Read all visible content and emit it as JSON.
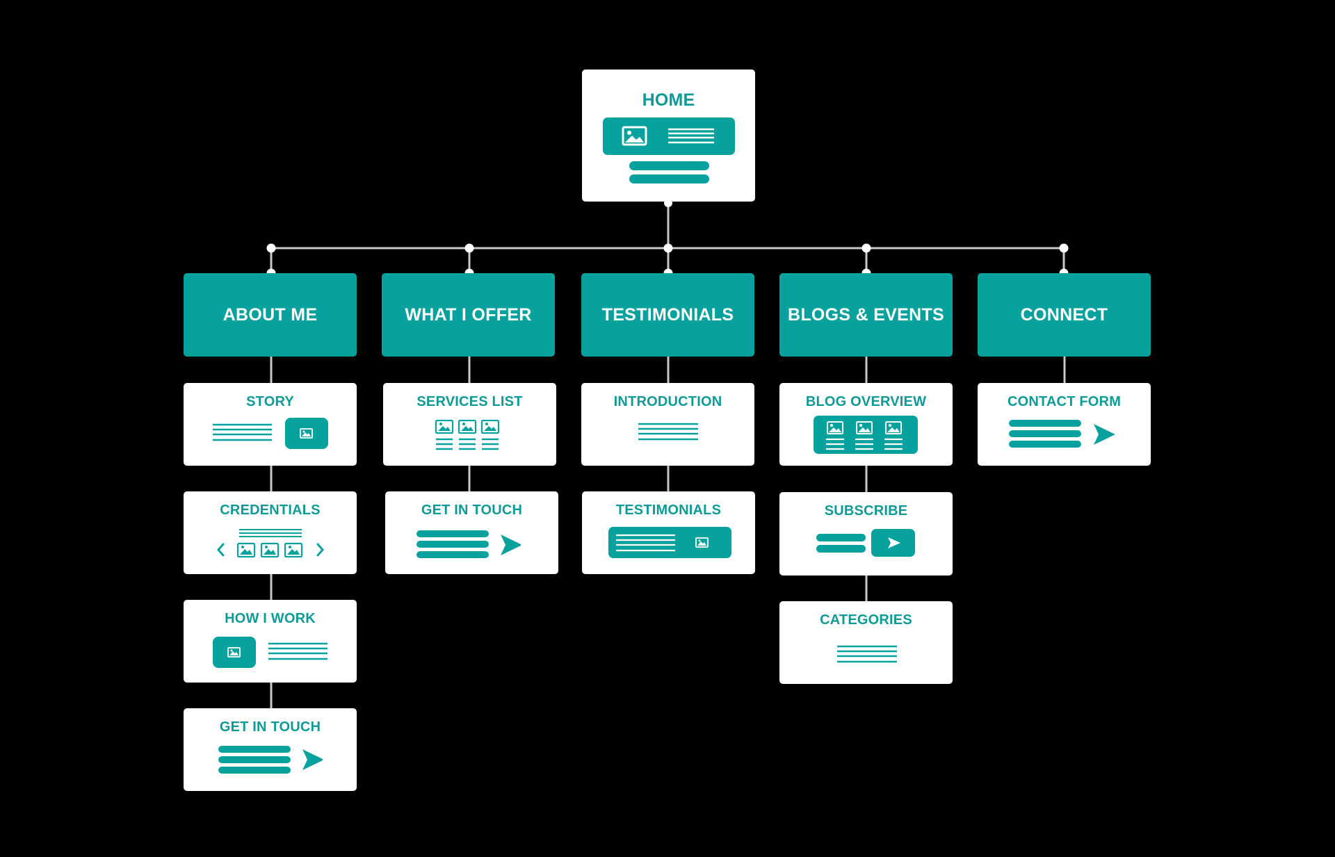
{
  "theme": {
    "teal": "#07a29e",
    "title_teal": "#0e9a96",
    "background": "#000000",
    "card": "#ffffff",
    "connector": "#c9c9c9"
  },
  "home": {
    "title": "HOME",
    "wireframe": [
      "hero-banner-icon",
      "image-icon",
      "text-lines-icon",
      "button-bars-icon"
    ]
  },
  "sections": [
    {
      "title": "ABOUT ME",
      "pages": [
        {
          "title": "STORY",
          "wireframe": "text-with-image-icon"
        },
        {
          "title": "CREDENTIALS",
          "wireframe": "image-carousel-icon"
        },
        {
          "title": "HOW I WORK",
          "wireframe": "image-with-text-icon"
        },
        {
          "title": "GET IN TOUCH",
          "wireframe": "form-send-icon"
        }
      ]
    },
    {
      "title": "WHAT I OFFER",
      "pages": [
        {
          "title": "SERVICES LIST",
          "wireframe": "image-grid-icon"
        },
        {
          "title": "GET IN TOUCH",
          "wireframe": "form-send-icon"
        }
      ]
    },
    {
      "title": "TESTIMONIALS",
      "pages": [
        {
          "title": "INTRODUCTION",
          "wireframe": "text-lines-icon"
        },
        {
          "title": "TESTIMONIALS",
          "wireframe": "quote-banner-icon"
        }
      ]
    },
    {
      "title": "BLOGS & EVENTS",
      "pages": [
        {
          "title": "BLOG OVERVIEW",
          "wireframe": "blog-cards-icon"
        },
        {
          "title": "SUBSCRIBE",
          "wireframe": "subscribe-icon"
        },
        {
          "title": "CATEGORIES",
          "wireframe": "text-lines-icon"
        }
      ]
    },
    {
      "title": "CONNECT",
      "pages": [
        {
          "title": "CONTACT FORM",
          "wireframe": "form-send-icon"
        }
      ]
    }
  ]
}
